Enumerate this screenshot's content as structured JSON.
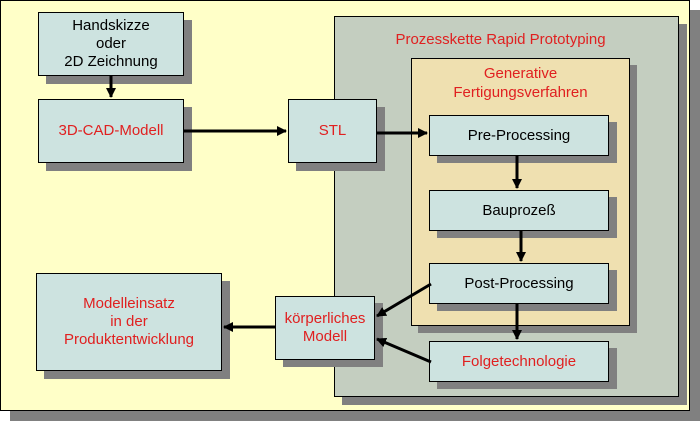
{
  "diagram": {
    "outer_title": "Prozesskette Rapid Prototyping",
    "inner_title": "Generative\nFertigungsverfahren",
    "nodes": {
      "handskizze": "Handskizze\noder\n2D Zeichnung",
      "cad": "3D-CAD-Modell",
      "stl": "STL",
      "pre": "Pre-Processing",
      "bau": "Bauprozeß",
      "post": "Post-Processing",
      "koerper": "körperliches\nModell",
      "folge": "Folgetechnologie",
      "einsatz": "Modelleinsatz\nin der\nProduktentwicklung"
    },
    "colors": {
      "background": "#ffffc8",
      "outer_panel": "#c4cec0",
      "inner_panel": "#efe0b0",
      "node": "#cde3e0",
      "accent_text": "#e02020"
    }
  }
}
